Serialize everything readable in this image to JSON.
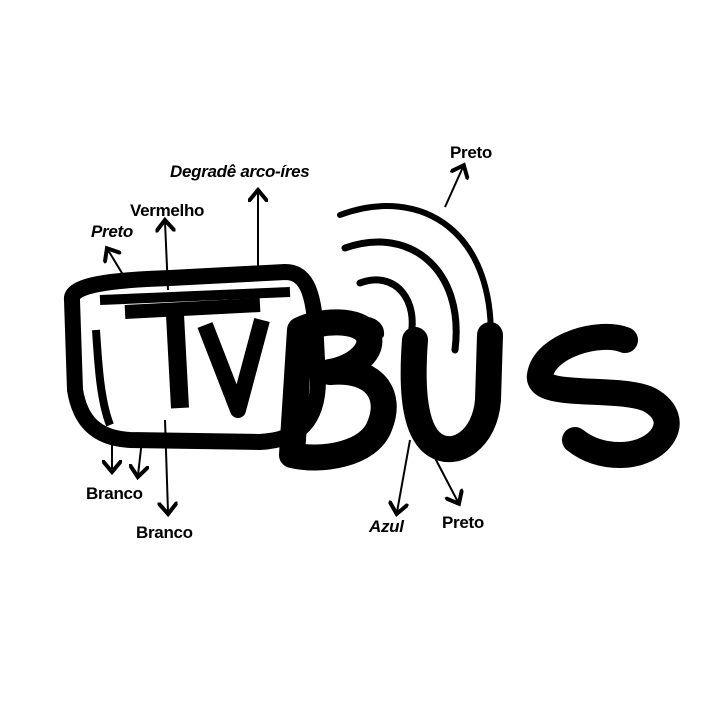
{
  "annotations": {
    "rainbow_gradient": "Degradê arco-íres",
    "red": "Vermelho",
    "black_tv_outline": "Preto",
    "black_waves": "Preto",
    "white_left": "Branco",
    "white_bottom": "Branco",
    "blue": "Azul",
    "black_letters": "Preto"
  },
  "colors": {
    "ink": "#000000",
    "paper": "#ffffff"
  }
}
